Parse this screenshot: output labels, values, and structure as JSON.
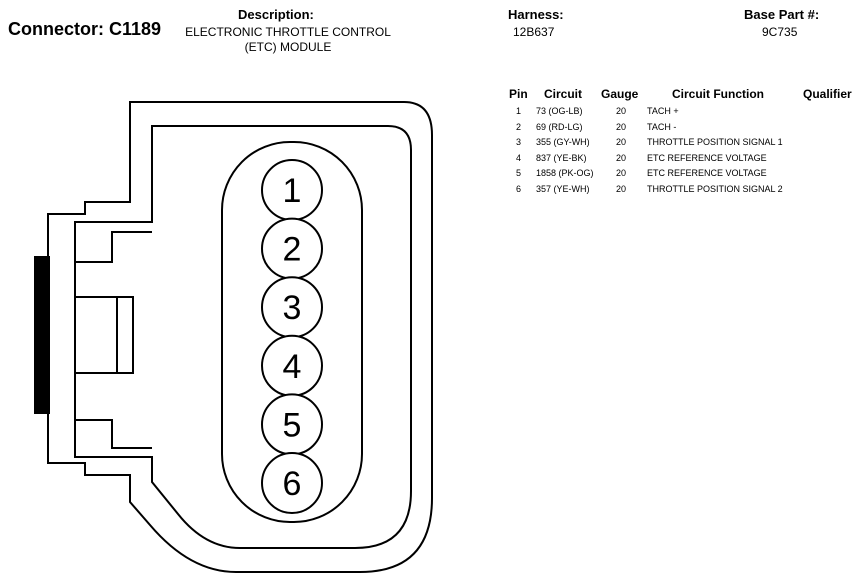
{
  "header": {
    "connector_label": "Connector: C1189",
    "description_heading": "Description:",
    "description_line1": "ELECTRONIC THROTTLE CONTROL",
    "description_line2": "(ETC) MODULE",
    "harness_heading": "Harness:",
    "harness_value": "12B637",
    "base_part_heading": "Base Part #:",
    "base_part_value": "9C735"
  },
  "table": {
    "columns": [
      "Pin",
      "Circuit",
      "Gauge",
      "Circuit Function",
      "Qualifier"
    ],
    "rows": [
      {
        "pin": "1",
        "circuit": "73 (OG-LB)",
        "gauge": "20",
        "function": "TACH +",
        "qualifier": ""
      },
      {
        "pin": "2",
        "circuit": "69 (RD-LG)",
        "gauge": "20",
        "function": "TACH -",
        "qualifier": ""
      },
      {
        "pin": "3",
        "circuit": "355 (GY-WH)",
        "gauge": "20",
        "function": "THROTTLE POSITION SIGNAL 1",
        "qualifier": ""
      },
      {
        "pin": "4",
        "circuit": "837 (YE-BK)",
        "gauge": "20",
        "function": "ETC REFERENCE VOLTAGE",
        "qualifier": ""
      },
      {
        "pin": "5",
        "circuit": "1858 (PK-OG)",
        "gauge": "20",
        "function": "ETC REFERENCE VOLTAGE",
        "qualifier": ""
      },
      {
        "pin": "6",
        "circuit": "357 (YE-WH)",
        "gauge": "20",
        "function": "THROTTLE POSITION SIGNAL 2",
        "qualifier": ""
      }
    ]
  },
  "diagram": {
    "pins": [
      "1",
      "2",
      "3",
      "4",
      "5",
      "6"
    ]
  }
}
